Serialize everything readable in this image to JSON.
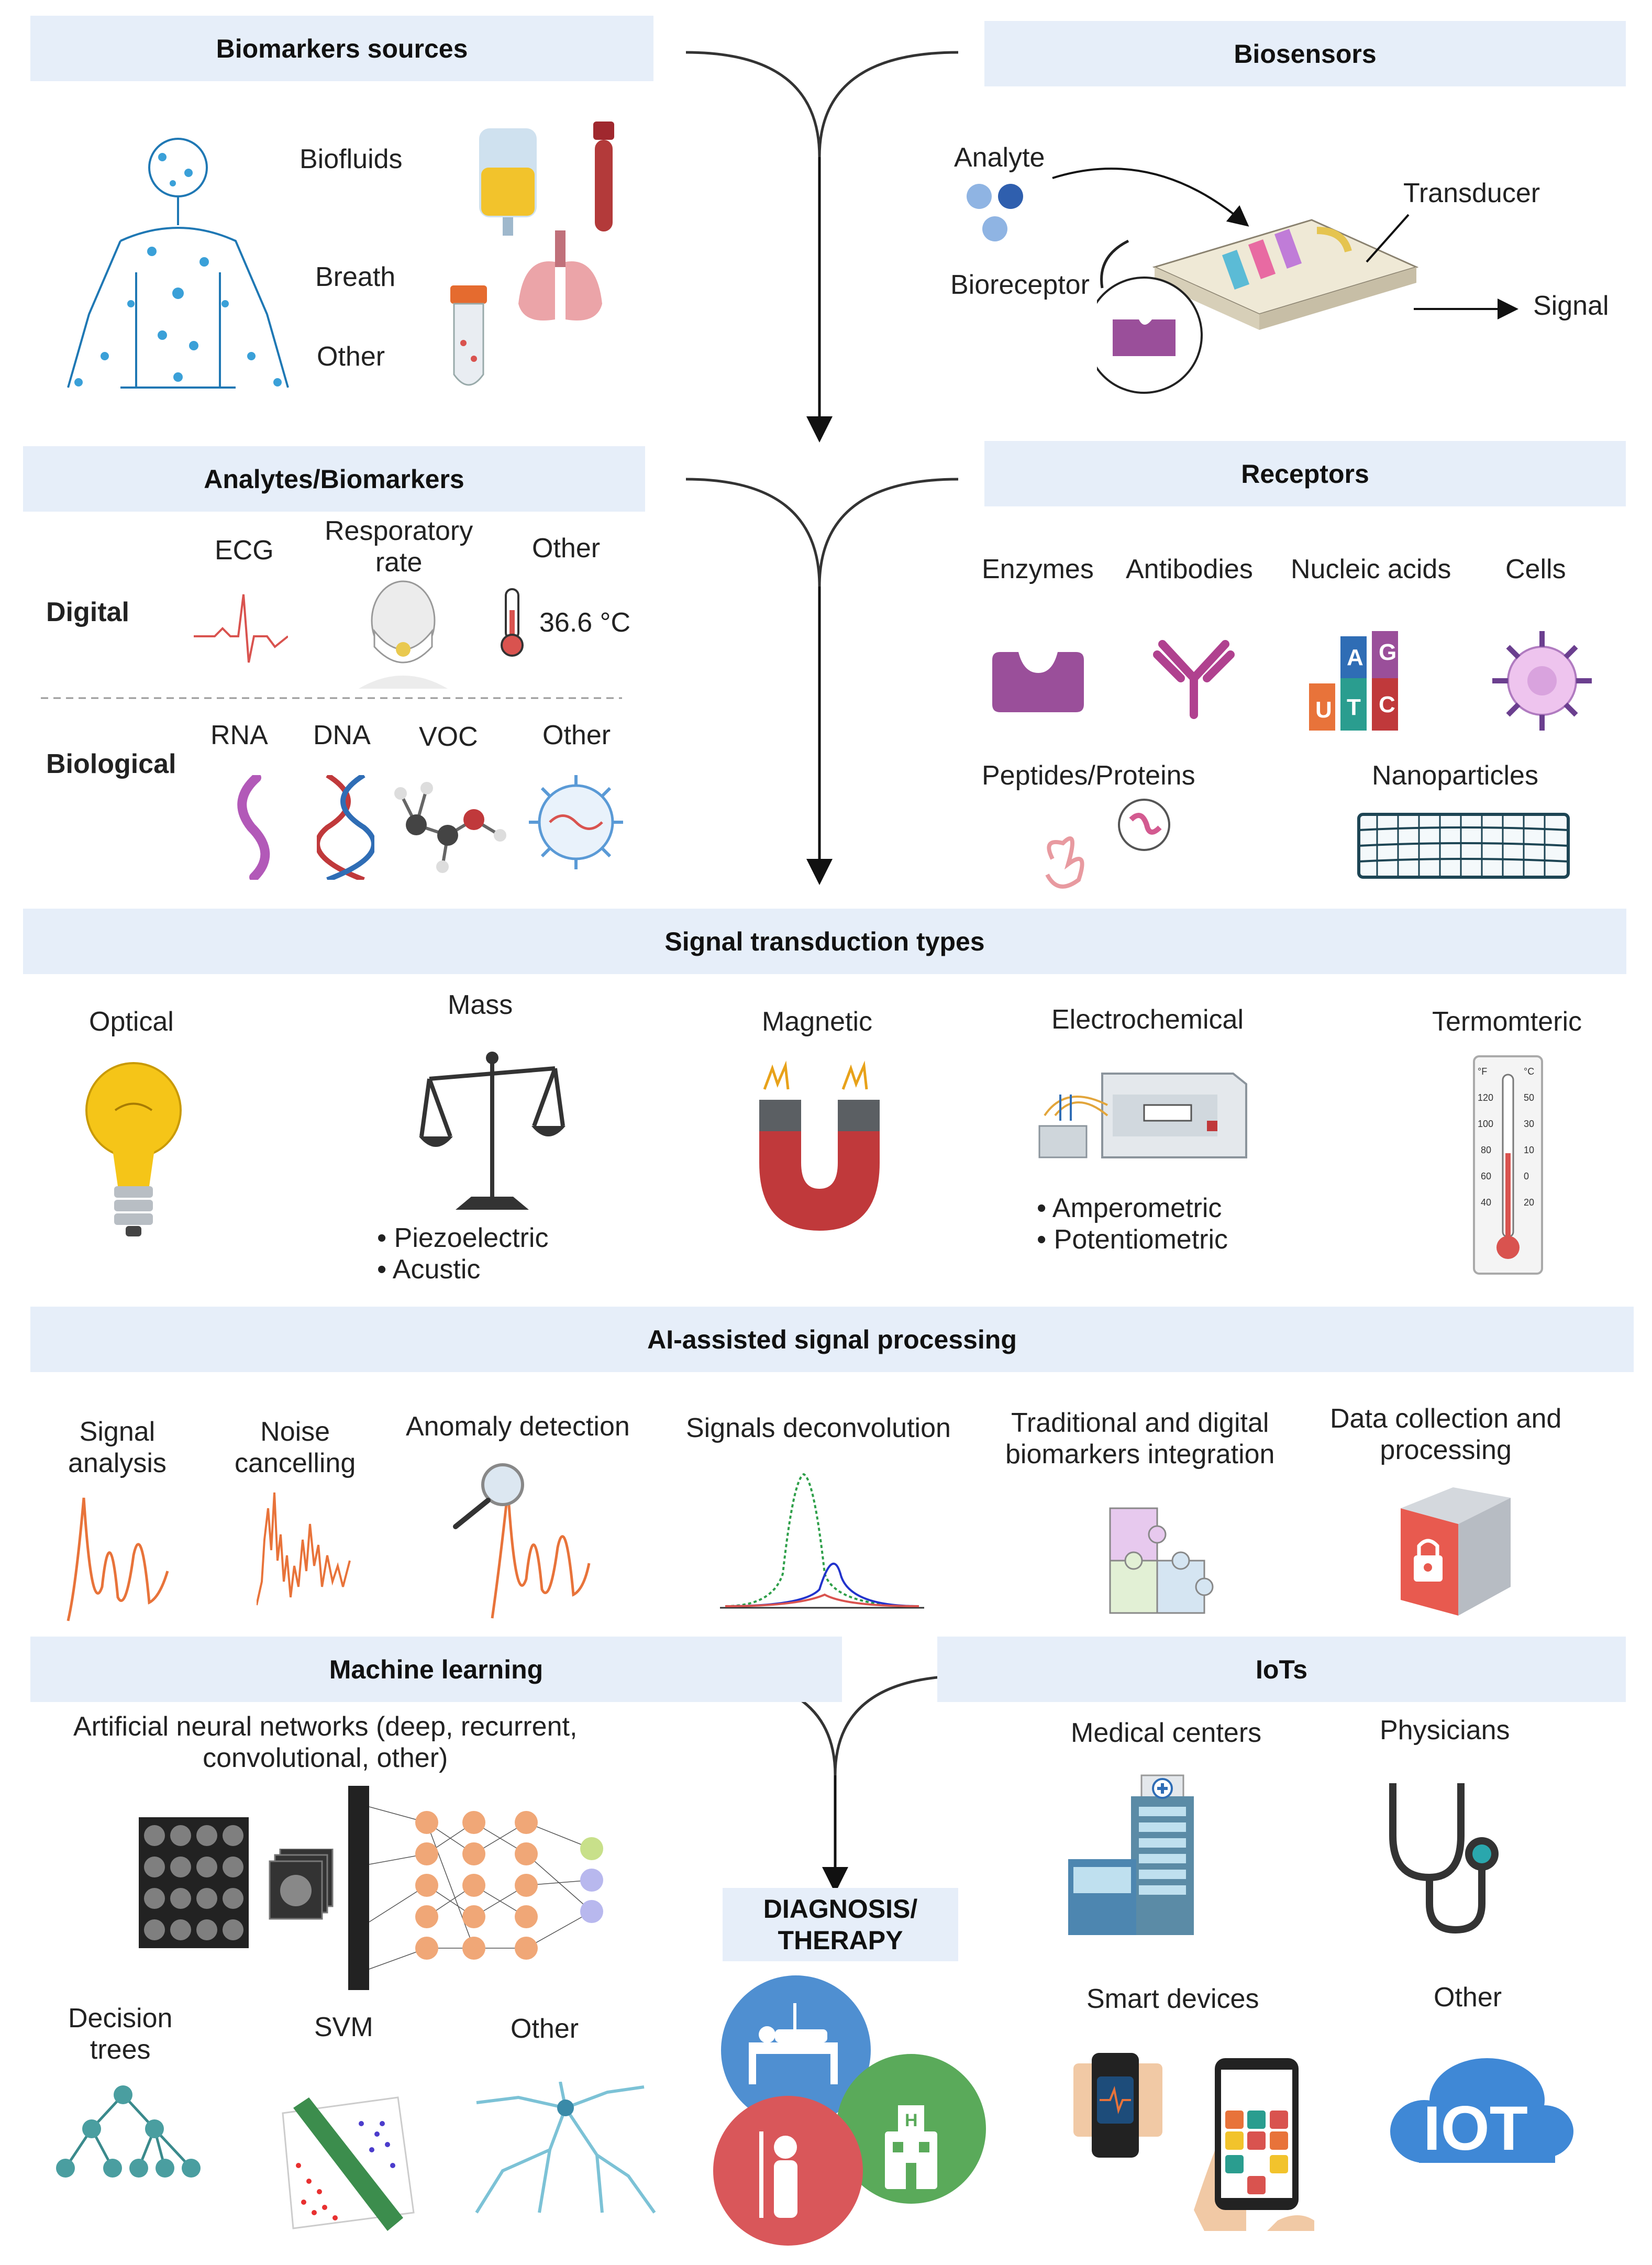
{
  "headers": {
    "biomarkers_sources": "Biomarkers sources",
    "biosensors": "Biosensors",
    "analytes": "Analytes/Biomarkers",
    "receptors": "Receptors",
    "signal_transduction": "Signal transduction types",
    "ai_processing": "AI-assisted signal processing",
    "machine_learning": "Machine learning",
    "iots": "IoTs",
    "diagnosis": "DIAGNOSIS/\nTHERAPY"
  },
  "sources": {
    "biofluids": "Biofluids",
    "breath": "Breath",
    "other": "Other"
  },
  "biosensor": {
    "analyte": "Analyte",
    "bioreceptor": "Bioreceptor",
    "transducer": "Transducer",
    "signal": "Signal"
  },
  "analytes": {
    "digital": "Digital",
    "biological": "Biological",
    "ecg": "ECG",
    "resp": "Resporatory\nrate",
    "other1": "Other",
    "temp": "36.6 °C",
    "rna": "RNA",
    "dna": "DNA",
    "voc": "VOC",
    "other2": "Other"
  },
  "receptors": {
    "enzymes": "Enzymes",
    "antibodies": "Antibodies",
    "nucleic": "Nucleic acids",
    "cells": "Cells",
    "peptides": "Peptides/Proteins",
    "nanoparticles": "Nanoparticles"
  },
  "transduction": {
    "optical": "Optical",
    "mass": "Mass",
    "magnetic": "Magnetic",
    "electrochemical": "Electrochemical",
    "termo": "Termomteric",
    "mass_sub": "• Piezoelectric\n• Acustic",
    "electro_sub": "• Amperometric\n• Potentiometric"
  },
  "ai": {
    "signal_analysis": "Signal\nanalysis",
    "noise": "Noise\ncancelling",
    "anomaly": "Anomaly detection",
    "deconv": "Signals deconvolution",
    "integration": "Traditional and digital\nbiomarkers integration",
    "data": "Data collection and\nprocessing"
  },
  "ml": {
    "ann": "Artificial neural networks (deep, recurrent,\nconvolutional, other)",
    "trees": "Decision\ntrees",
    "svm": "SVM",
    "other": "Other"
  },
  "iot": {
    "medical": "Medical centers",
    "physicians": "Physicians",
    "smart": "Smart devices",
    "other": "Other",
    "iot_logo": "IOT"
  },
  "colors": {
    "header_bg": "#e6eef9",
    "accent_orange": "#e8733a",
    "purple": "#9a4f9a",
    "red": "#c0393b"
  }
}
